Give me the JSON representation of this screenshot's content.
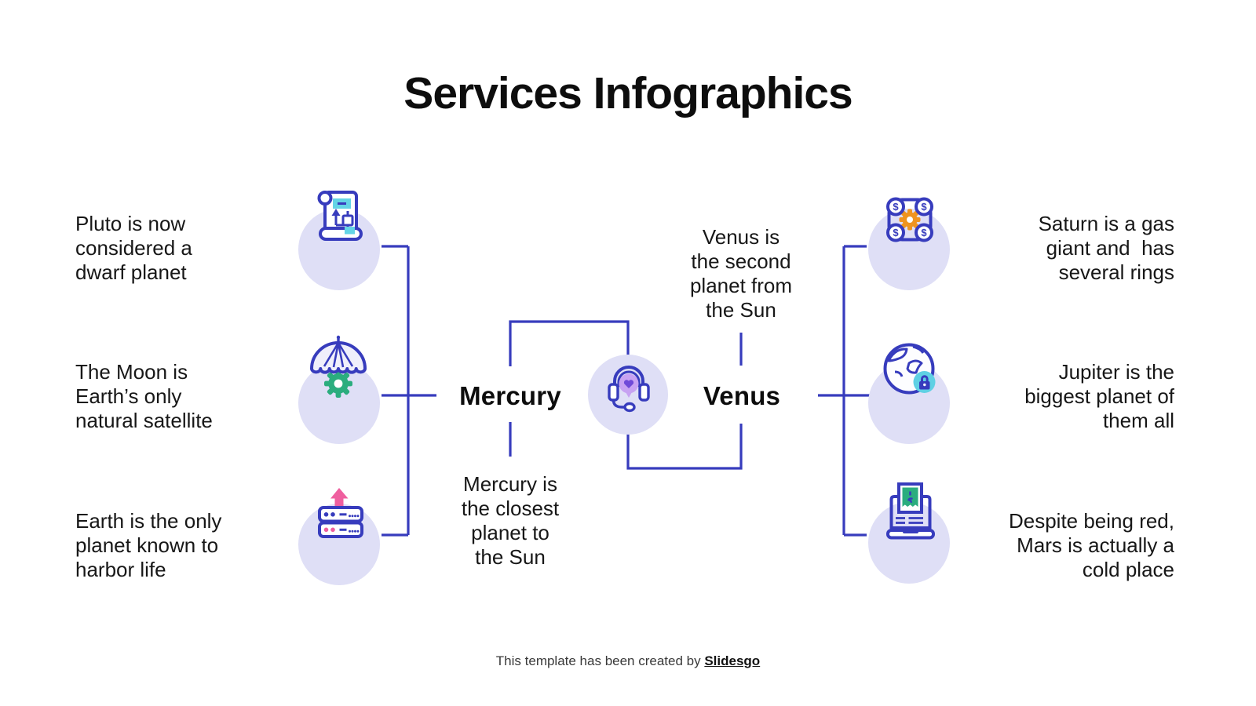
{
  "title": "Services Infographics",
  "colors": {
    "indigo_line": "#373CBD",
    "lavender_circle": "#DFDFF6",
    "cyan_accent": "#64D4E6",
    "green_accent": "#2BAD7E",
    "pink_accent": "#EF5F9F",
    "orange_accent": "#EF9420",
    "purple_bubble": "#C7A2F2",
    "purple_heart": "#6F4AD8",
    "text": "#171717"
  },
  "left_items": [
    {
      "icon": "scroll-flowchart-icon",
      "text": "Pluto is now\nconsidered a\ndwarf planet"
    },
    {
      "icon": "umbrella-gear-icon",
      "text": "The Moon is\nEarth’s only\nnatural satellite"
    },
    {
      "icon": "server-upload-icon",
      "text": "Earth is the only\nplanet known to\nharbor life"
    }
  ],
  "right_items": [
    {
      "icon": "coins-gear-icon",
      "text": "Saturn is a gas\ngiant and  has\nseveral rings"
    },
    {
      "icon": "globe-lock-icon",
      "text": "Jupiter is the\nbiggest planet of\nthem all"
    },
    {
      "icon": "laptop-money-icon",
      "text": "Despite being red,\nMars is actually a\ncold place"
    }
  ],
  "center": {
    "icon": "headset-heart-icon",
    "left_label": "Mercury",
    "right_label": "Venus",
    "left_note": "Mercury is\nthe closest\nplanet to\nthe Sun",
    "right_note": "Venus is\nthe second\nplanet from\nthe Sun"
  },
  "icons": {
    "dollar": "$"
  },
  "footer": {
    "text": "This template has been created by ",
    "brand": "Slidesgo"
  }
}
